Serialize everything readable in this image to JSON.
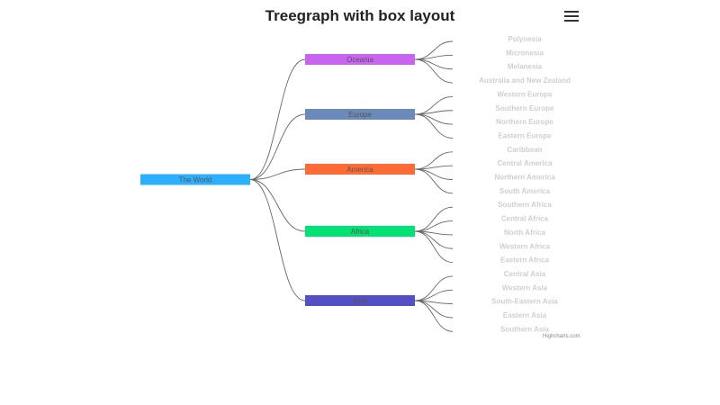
{
  "title": "Treegraph with box layout",
  "credits": "Highcharts.com",
  "menu_icon": "hamburger-menu-icon",
  "chart_data": {
    "type": "treegraph",
    "title": "Treegraph with box layout",
    "root": {
      "name": "The World",
      "color": "#2caffe"
    },
    "regions": [
      {
        "name": "Oceania",
        "color": "#c864f0",
        "children": [
          "Polynesia",
          "Micronesia",
          "Melanesia",
          "Australia and New Zealand"
        ]
      },
      {
        "name": "Europe",
        "color": "#6b8abc",
        "children": [
          "Western Europe",
          "Southern Europe",
          "Northern Europe",
          "Eastern Europe"
        ]
      },
      {
        "name": "America",
        "color": "#fe6a35",
        "children": [
          "Caribbean",
          "Central America",
          "Northern America",
          "South America"
        ]
      },
      {
        "name": "Africa",
        "color": "#00e272",
        "children": [
          "Southern Africa",
          "Central Africa",
          "North Africa",
          "Western Africa",
          "Eastern Africa"
        ]
      },
      {
        "name": "Asia",
        "color": "#544fc5",
        "children": [
          "Central Asia",
          "Western Asia",
          "South-Eastern Asia",
          "Eastern Asia",
          "Southern Asia"
        ]
      }
    ]
  }
}
